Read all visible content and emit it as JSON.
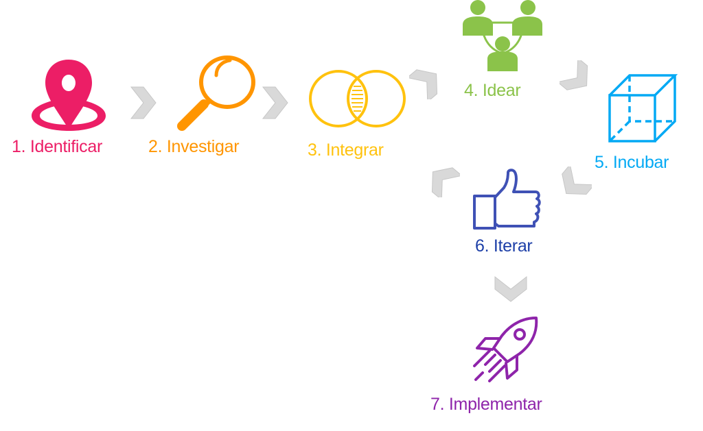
{
  "steps": [
    {
      "label": "1. Identificar",
      "icon": "map-pin-icon",
      "color": "#ec1e66"
    },
    {
      "label": "2. Investigar",
      "icon": "magnifier-icon",
      "color": "#ff9500"
    },
    {
      "label": "3. Integrar",
      "icon": "venn-icon",
      "color": "#ffc20e"
    },
    {
      "label": "4. Idear",
      "icon": "team-icon",
      "color": "#8bc34a"
    },
    {
      "label": "5. Incubar",
      "icon": "cube-icon",
      "color": "#03a9f4"
    },
    {
      "label": "6. Iterar",
      "icon": "thumbs-up-icon",
      "color": "#1e40a8"
    },
    {
      "label": "7. Implementar",
      "icon": "rocket-icon",
      "color": "#8e24aa"
    }
  ],
  "colors": {
    "arrow_fill": "#d9d9d9",
    "arrow_stroke": "#c6c6c6",
    "thumb_stroke": "#3f51b5"
  }
}
